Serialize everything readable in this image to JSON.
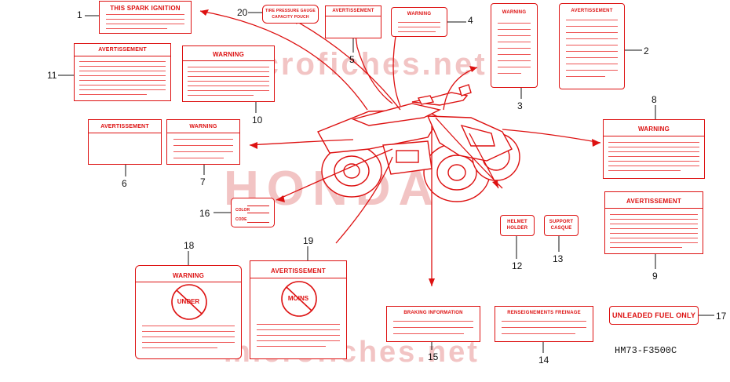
{
  "watermarks": {
    "top": "microfiches.net",
    "brand": "HONDA",
    "bottom": "microfiches.net"
  },
  "figure_code": "HM73-F3500C",
  "labels": {
    "l1": {
      "num": "1",
      "text": "THIS SPARK IGNITION"
    },
    "l2": {
      "num": "2",
      "text": "AVERTISSEMENT"
    },
    "l3": {
      "num": "3",
      "text": "WARNING"
    },
    "l4": {
      "num": "4",
      "text": "WARNING"
    },
    "l5": {
      "num": "5",
      "text": "AVERTISSEMENT"
    },
    "l6": {
      "num": "6",
      "text": "AVERTISSEMENT"
    },
    "l7": {
      "num": "7",
      "text": "WARNING"
    },
    "l8": {
      "num": "8",
      "text": "WARNING"
    },
    "l9": {
      "num": "9",
      "text": "AVERTISSEMENT"
    },
    "l10": {
      "num": "10",
      "text": "WARNING"
    },
    "l11": {
      "num": "11",
      "text": "AVERTISSEMENT"
    },
    "l12": {
      "num": "12",
      "text_line1": "HELMET",
      "text_line2": "HOLDER"
    },
    "l13": {
      "num": "13",
      "text_line1": "SUPPORT",
      "text_line2": "CASQUE"
    },
    "l14": {
      "num": "14",
      "text": "RENSEIGNEMENTS FREINAGE"
    },
    "l15": {
      "num": "15",
      "text": "BRAKING INFORMATION"
    },
    "l16": {
      "num": "16",
      "row1": "COLOR",
      "row2": "CODE"
    },
    "l17": {
      "num": "17",
      "text": "UNLEADED FUEL ONLY"
    },
    "l18": {
      "num": "18",
      "text": "WARNING",
      "seal": "UNDER"
    },
    "l19": {
      "num": "19",
      "text": "AVERTISSEMENT",
      "seal": "MOINS"
    },
    "l20": {
      "num": "20",
      "text_line1": "TIRE PRESSURE GAUGE",
      "text_line2": "CAPACITY POUCH"
    }
  },
  "colors": {
    "line": "#d11",
    "text": "#111"
  }
}
